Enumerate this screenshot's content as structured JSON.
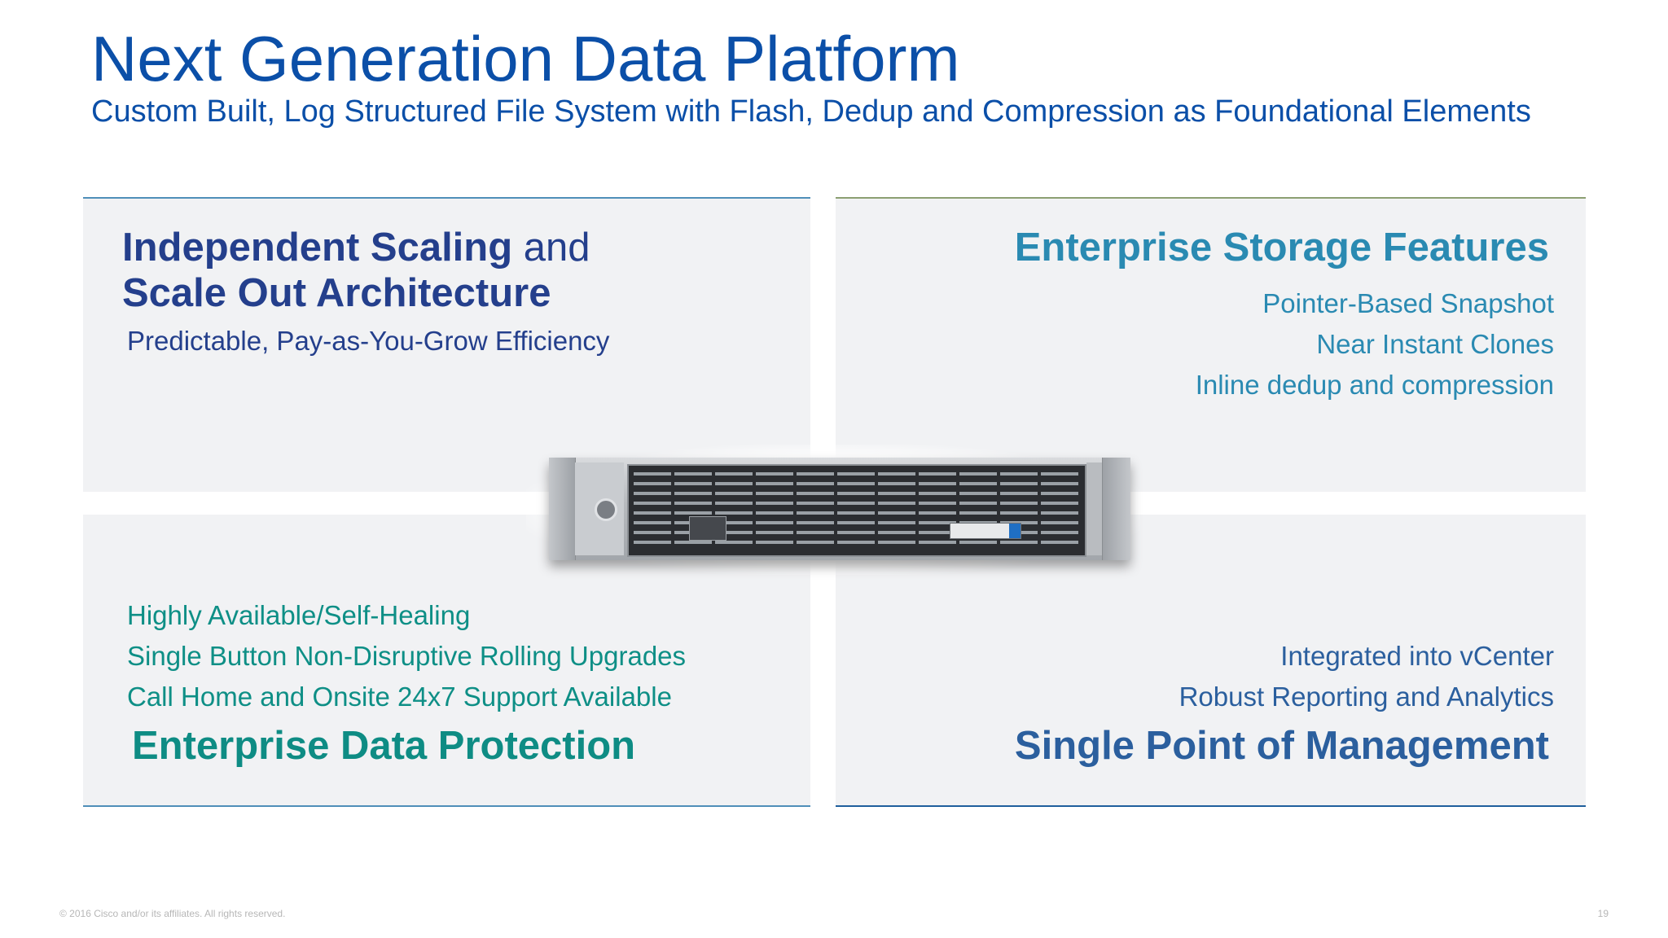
{
  "slide": {
    "title": "Next Generation Data Platform",
    "subtitle": "Custom Built, Log Structured File System with Flash, Dedup and Compression as Foundational Elements"
  },
  "quadrants": {
    "top_left": {
      "heading_bold_1": "Independent Scaling",
      "heading_light": " and",
      "heading_bold_2": "Scale Out Architecture",
      "subtext": "Predictable, Pay-as-You-Grow Efficiency"
    },
    "top_right": {
      "heading": "Enterprise Storage Features",
      "items": [
        "Pointer-Based Snapshot",
        "Near Instant Clones",
        "Inline dedup and compression"
      ]
    },
    "bottom_left": {
      "items": [
        "Highly Available/Self-Healing",
        "Single Button Non-Disruptive Rolling Upgrades",
        "Call Home and Onsite 24x7 Support Available"
      ],
      "heading": "Enterprise Data Protection"
    },
    "bottom_right": {
      "items": [
        "Integrated into vCenter",
        "Robust Reporting and Analytics"
      ],
      "heading": "Single Point of Management"
    }
  },
  "colors": {
    "title": "#0b4fa8",
    "top_left": "#243f8c",
    "top_right": "#2a8ab2",
    "bottom_left": "#0e8c84",
    "bottom_right": "#2b5f9e",
    "panel_bg": "#f1f2f4"
  },
  "footer": {
    "copyright": "© 2016 Cisco and/or its affiliates. All rights reserved.",
    "page_number": "19"
  }
}
